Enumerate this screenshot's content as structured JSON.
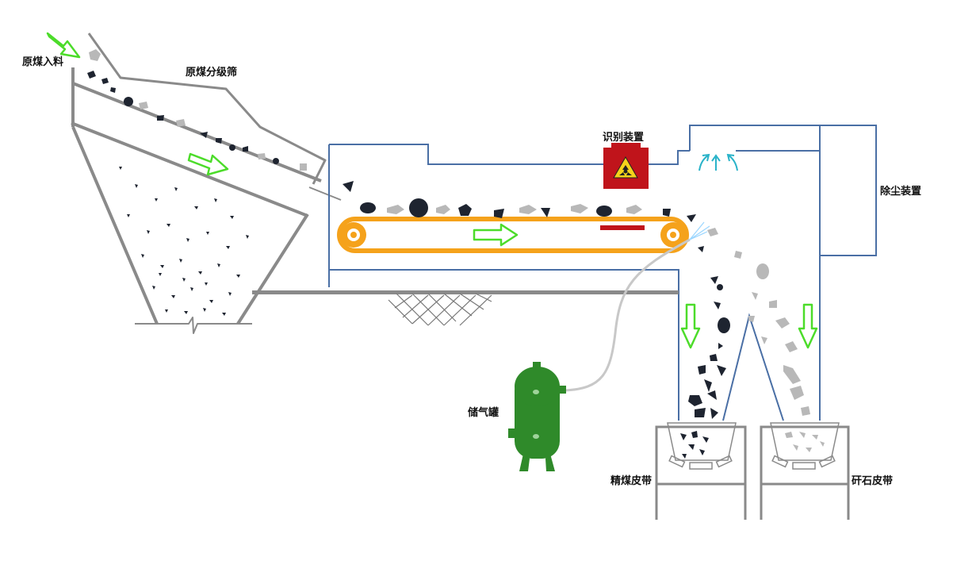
{
  "labels": {
    "raw_coal_input": "原煤入料",
    "raw_coal_screen": "原煤分级筛",
    "identification_device": "识别装置",
    "dust_removal_device": "除尘装置",
    "air_tank": "储气罐",
    "clean_coal_belt": "精煤皮带",
    "gangue_belt": "矸石皮带"
  },
  "colors": {
    "structure": "#4a6fa5",
    "screen_frame": "#8a8a8a",
    "belt": "#f5a21b",
    "arrow": "#4cdc2a",
    "airflow": "#2ab3c9",
    "device": "#c0141b",
    "device_badge": "#f5d21b",
    "tank": "#2f8a2a",
    "coal": "#1e2430",
    "gangue": "#b8b8b8"
  },
  "icons": {
    "device_symbol": "radiation-icon",
    "flow_direction": "arrow-icon"
  }
}
